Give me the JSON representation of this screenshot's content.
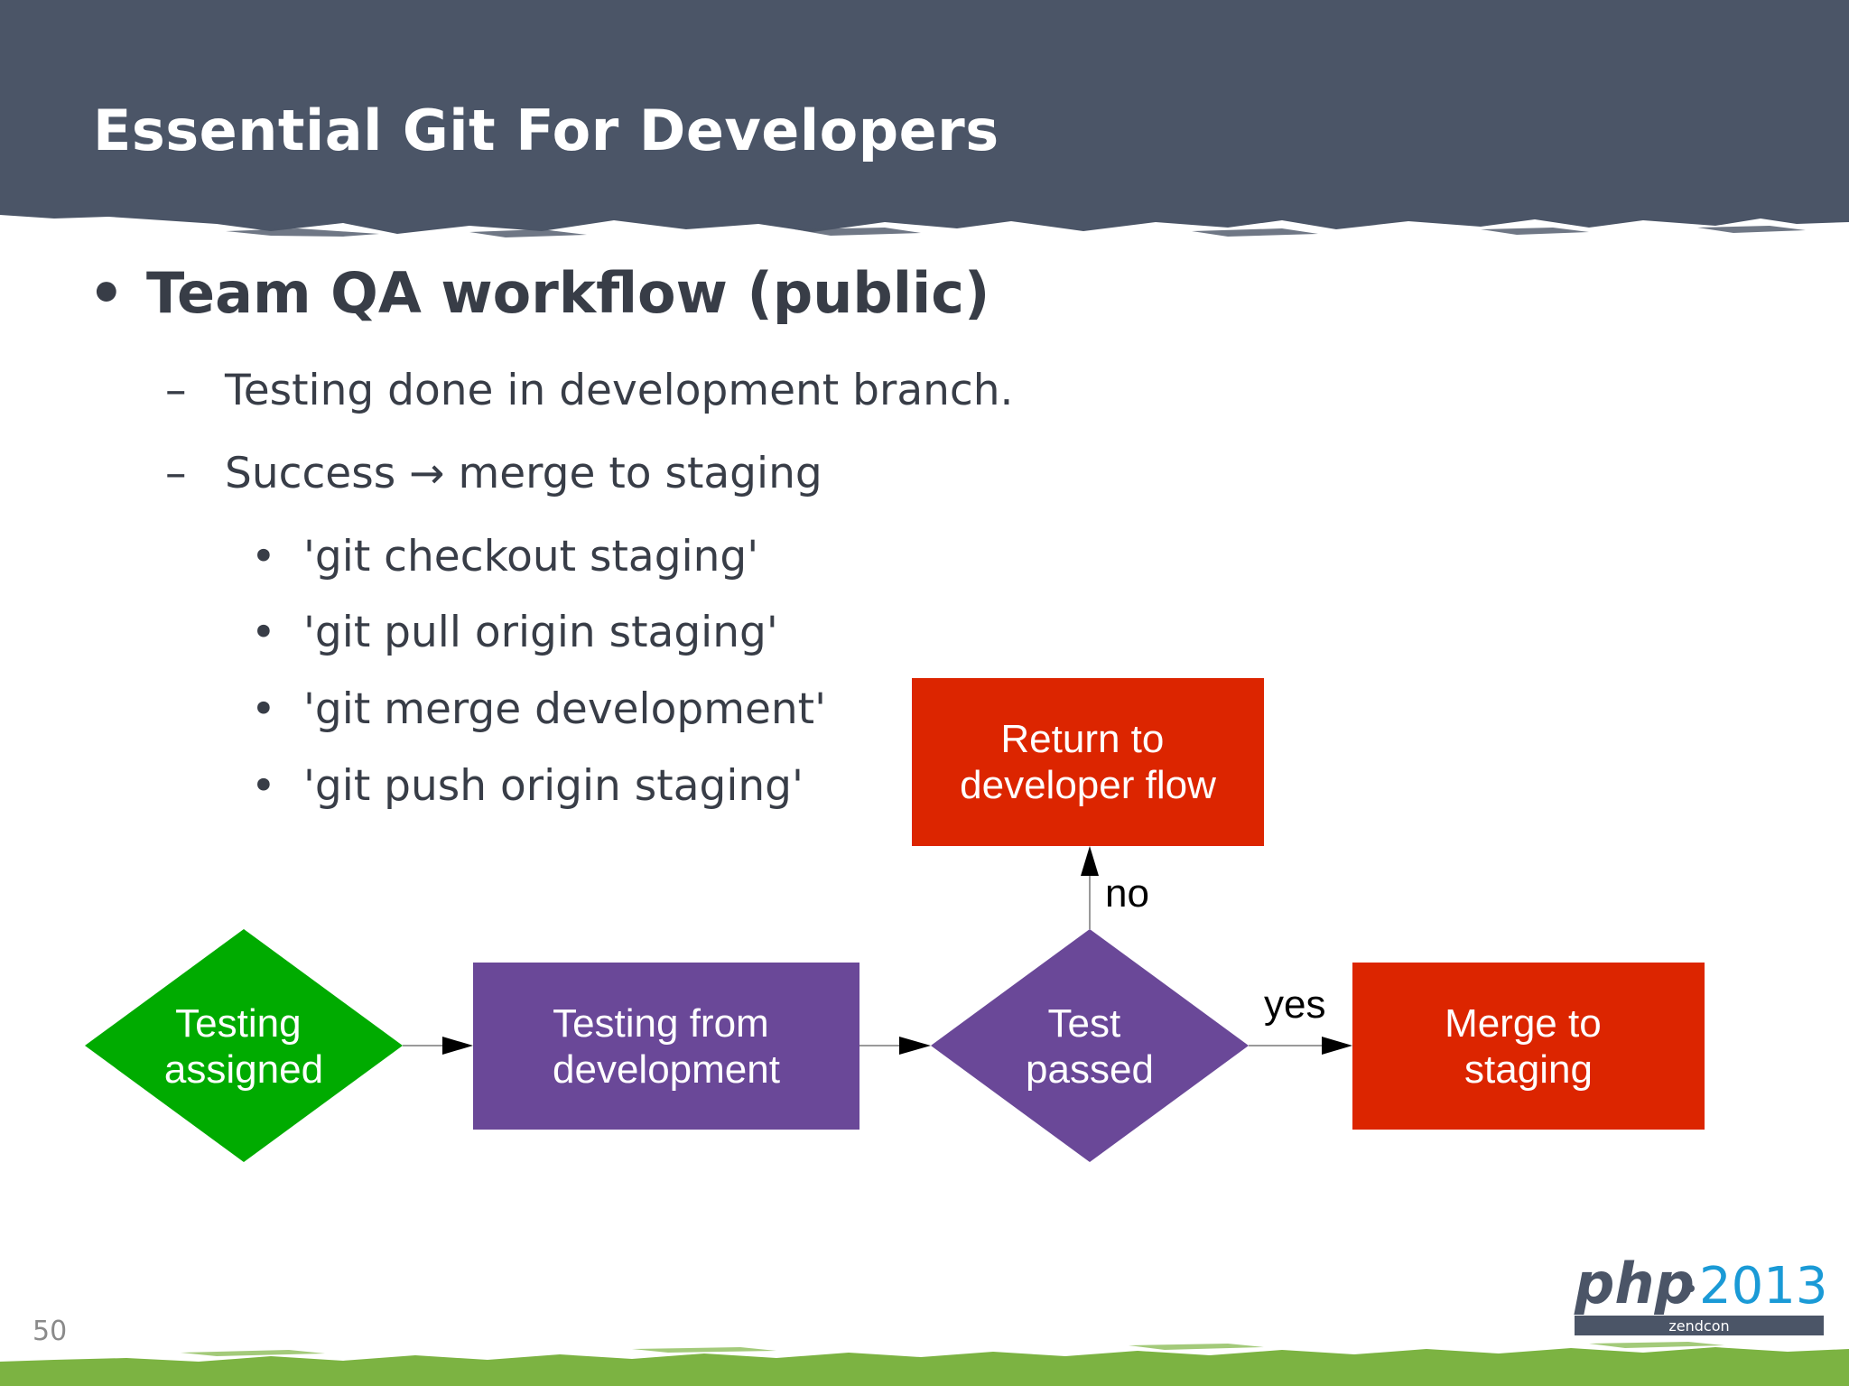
{
  "slide": {
    "title": "Essential Git For Developers",
    "page_number": "50"
  },
  "content": {
    "heading": "Team QA workflow (public)",
    "subpoints": [
      "Testing done in development branch.",
      "Success → merge to staging"
    ],
    "commands": [
      "'git checkout staging'",
      "'git pull origin staging'",
      "'git merge development'",
      "'git push origin staging'"
    ]
  },
  "flowchart": {
    "nodes": {
      "testing_assigned": [
        "Testing",
        "assigned"
      ],
      "testing_from_development": [
        "Testing from",
        "development"
      ],
      "test_passed": [
        "Test",
        "passed"
      ],
      "return_to_developer_flow": [
        "Return to",
        "developer flow"
      ],
      "merge_to_staging": [
        "Merge to",
        "staging"
      ]
    },
    "edge_labels": {
      "no": "no",
      "yes": "yes"
    }
  },
  "logo": {
    "php": "php",
    "year": "2013",
    "sub": "zendcon"
  },
  "colors": {
    "header": "#4b5567",
    "green": "#00ab00",
    "purple": "#6a4898",
    "red": "#dc2500",
    "footer_green": "#7cb342"
  }
}
